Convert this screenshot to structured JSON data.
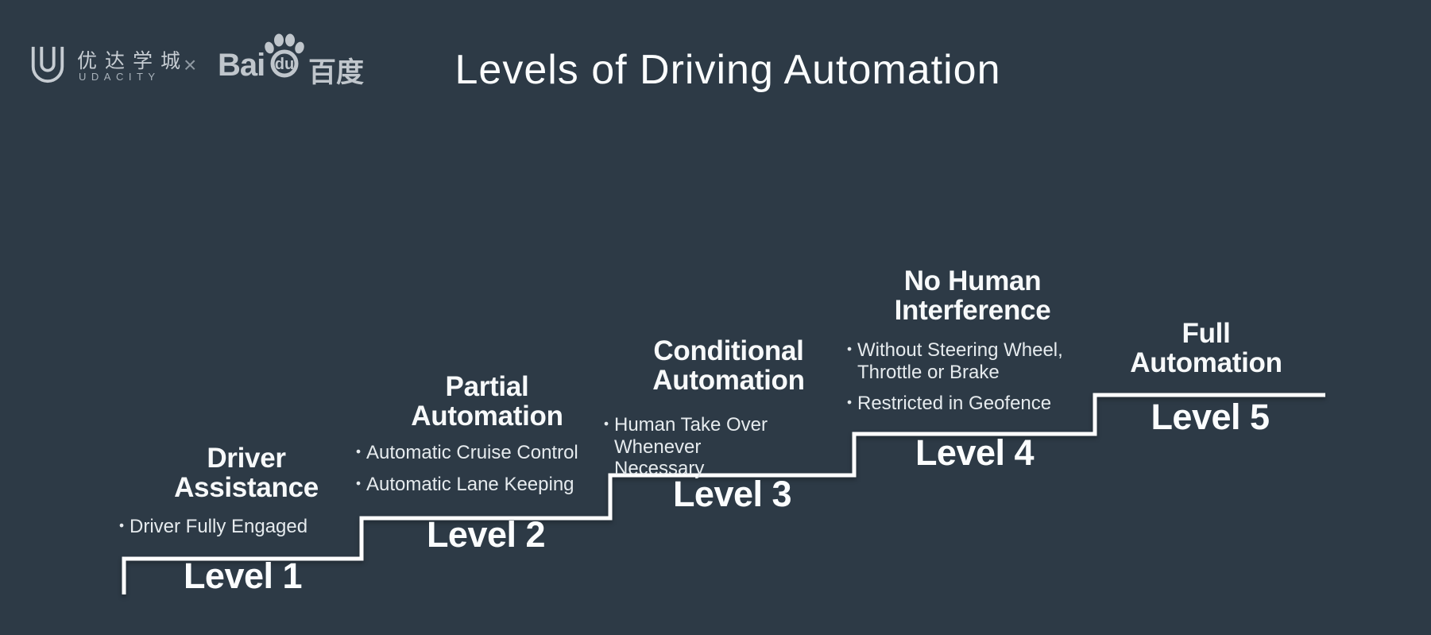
{
  "colors": {
    "background": "#2d3a46",
    "text": "#f4f7f8",
    "logo_gray": "#c0c6cc",
    "stair_line": "#ffffff"
  },
  "title": "Levels of Driving Automation",
  "logos": {
    "udacity": {
      "icon": "udacity-u-icon",
      "cn": "优达学城",
      "en": "UDACITY"
    },
    "separator": "×",
    "baidu": {
      "icon": "baidu-paw-icon",
      "bai": "Bai",
      "du": "du",
      "cn": "百度"
    }
  },
  "levels": [
    {
      "label": "Level 1",
      "heading_lines": [
        "Driver",
        "Assistance"
      ],
      "bullets": [
        "Driver Fully Engaged"
      ]
    },
    {
      "label": "Level 2",
      "heading_lines": [
        "Partial",
        "Automation"
      ],
      "bullets": [
        "Automatic Cruise Control",
        "Automatic Lane Keeping"
      ]
    },
    {
      "label": "Level 3",
      "heading_lines": [
        "Conditional",
        "Automation"
      ],
      "bullets": [
        "Human Take Over Whenever Necessary"
      ]
    },
    {
      "label": "Level 4",
      "heading_lines": [
        "No Human",
        "Interference"
      ],
      "bullets": [
        "Without Steering Wheel, Throttle or Brake",
        "Restricted in Geofence"
      ]
    },
    {
      "label": "Level 5",
      "heading_lines": [
        "Full",
        "Automation"
      ],
      "bullets": []
    }
  ]
}
